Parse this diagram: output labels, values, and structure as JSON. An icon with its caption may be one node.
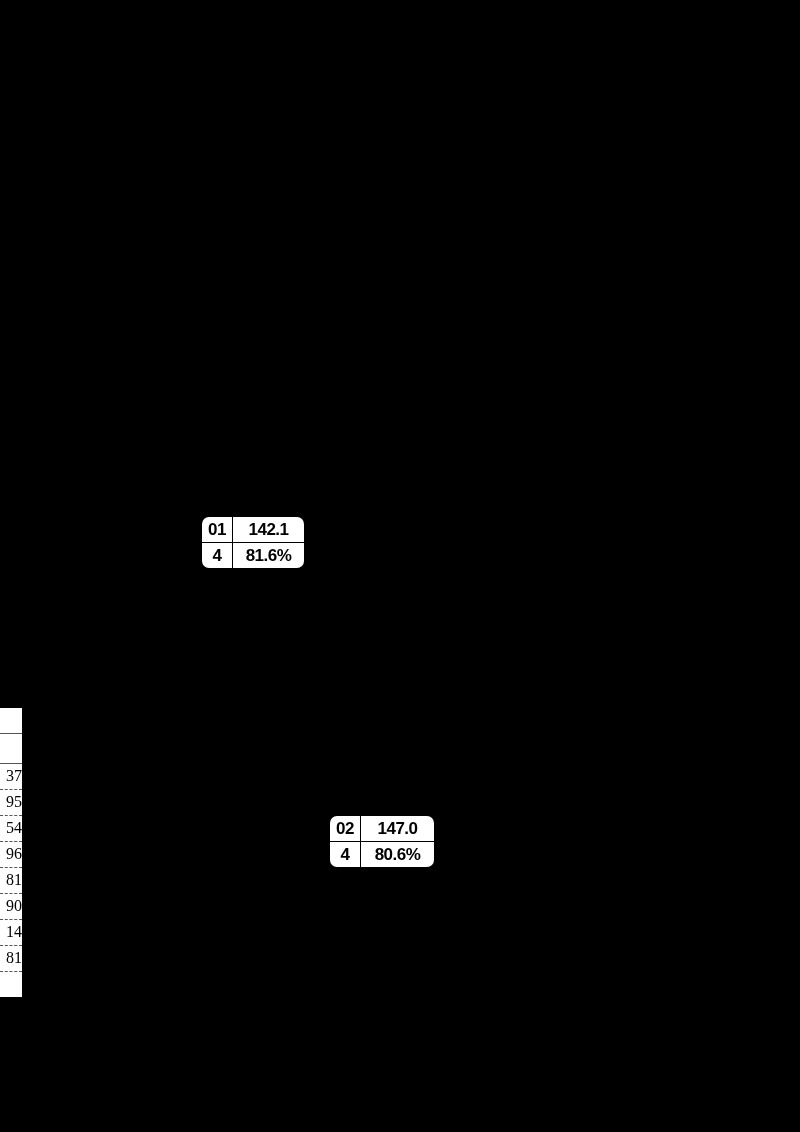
{
  "diagram": {
    "nodes": [
      {
        "text": [
          "01",
          "142.1",
          "4",
          "81.6%"
        ]
      },
      {
        "text": [
          "02",
          "147.0",
          "4",
          "80.6%"
        ]
      }
    ],
    "labels": [
      "37",
      "95",
      "54",
      "96",
      "81",
      "90",
      "14",
      "81"
    ]
  }
}
